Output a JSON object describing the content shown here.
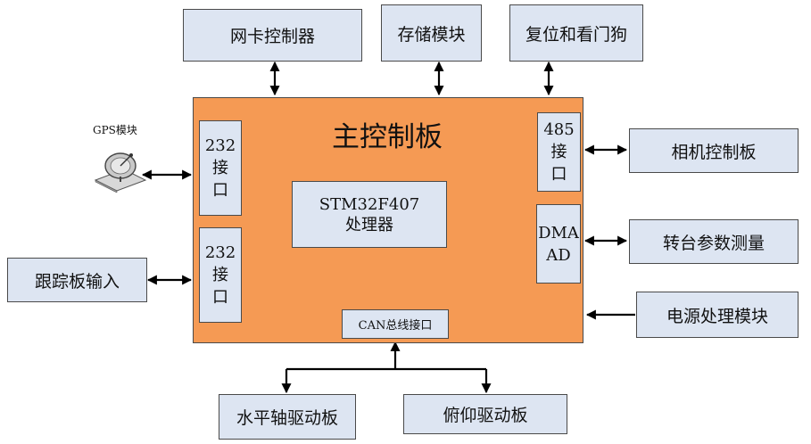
{
  "main_board": {
    "title": "主控制板"
  },
  "top_modules": {
    "nic": "网卡控制器",
    "storage": "存储模块",
    "reset_watchdog": "复位和看门狗"
  },
  "ports": {
    "uart1": [
      "232",
      "接",
      "口"
    ],
    "uart2": [
      "232",
      "接",
      "口"
    ],
    "rs485": [
      "485",
      "接",
      "口"
    ],
    "dma_ad": [
      "DMA",
      "AD"
    ],
    "can": "CAN总线接口"
  },
  "processor": [
    "STM32F407",
    "处理器"
  ],
  "gps": {
    "label": "GPS模块"
  },
  "left_modules": {
    "tracking": "跟踪板输入"
  },
  "right_modules": {
    "camera": "相机控制板",
    "turntable": "转台参数测量",
    "power": "电源处理模块"
  },
  "bottom_modules": {
    "horizontal": "水平轴驱动板",
    "pitch": "俯仰驱动板"
  }
}
